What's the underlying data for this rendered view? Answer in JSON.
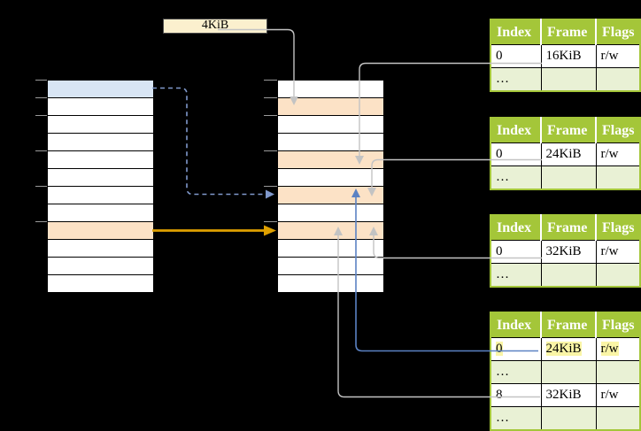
{
  "colors": {
    "background": "#000000",
    "table_header_green": "#A4C639",
    "table_row_green": "#E9F1D5",
    "highlight_orange": "#FCE2C6",
    "highlight_blue": "#D8E5F4",
    "box_cream": "#FBF0CE",
    "mark_yellow": "#FAF5A6",
    "arrow_gold": "#DFA000",
    "arrow_blue": "#5B82C3",
    "arrow_blue_dashed": "#8099CC",
    "line_gray": "#C3C3C3",
    "tick_gray": "#9A9A9A"
  },
  "page_size_box": {
    "label": "4KiB"
  },
  "left_column": {
    "row_count": 12,
    "blue_rows": [
      0
    ],
    "orange_rows": [
      8
    ]
  },
  "middle_column": {
    "row_count": 12,
    "blue_rows": [],
    "orange_rows": [
      1,
      4,
      6,
      8
    ]
  },
  "tables": [
    {
      "name": "page-table-16kib",
      "headers": [
        "Index",
        "Frame",
        "Flags"
      ],
      "rows": [
        {
          "cells": [
            "0",
            "16KiB",
            "r/w"
          ]
        },
        {
          "cells": [
            "…",
            "",
            ""
          ]
        }
      ]
    },
    {
      "name": "page-table-24kib",
      "headers": [
        "Index",
        "Frame",
        "Flags"
      ],
      "rows": [
        {
          "cells": [
            "0",
            "24KiB",
            "r/w"
          ]
        },
        {
          "cells": [
            "…",
            "",
            ""
          ]
        }
      ]
    },
    {
      "name": "page-table-32kib",
      "headers": [
        "Index",
        "Frame",
        "Flags"
      ],
      "rows": [
        {
          "cells": [
            "0",
            "32KiB",
            "r/w"
          ]
        },
        {
          "cells": [
            "…",
            "",
            ""
          ]
        }
      ]
    },
    {
      "name": "page-table-bottom",
      "headers": [
        "Index",
        "Frame",
        "Flags"
      ],
      "rows": [
        {
          "cells": [
            "0",
            "24KiB",
            "r/w"
          ],
          "marked": true
        },
        {
          "cells": [
            "…",
            "",
            ""
          ]
        },
        {
          "cells": [
            "8",
            "32KiB",
            "r/w"
          ]
        },
        {
          "cells": [
            "…",
            "",
            ""
          ]
        }
      ]
    }
  ]
}
